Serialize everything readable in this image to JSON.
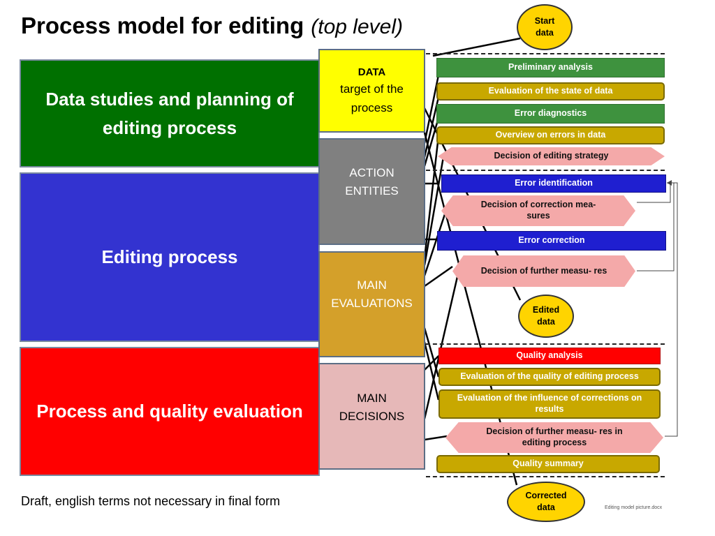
{
  "title": "Process model for editing",
  "subtitle": "(top level)",
  "phases": {
    "planning": "Data studies and planning of editing process",
    "editing": "Editing process",
    "evaluation": "Process and quality evaluation"
  },
  "categories": {
    "data_title": "DATA",
    "data_sub": "target of the process",
    "action": "ACTION ENTITIES",
    "evaluations": "MAIN EVALUATIONS",
    "decisions": "MAIN DECISIONS"
  },
  "steps": {
    "preliminary": "Preliminary analysis",
    "eval_state": "Evaluation of the state of data",
    "error_diag": "Error diagnostics",
    "overview": "Overview on errors in data",
    "decision_strategy": "Decision of editing strategy",
    "error_id": "Error identification",
    "decision_correction": "Decision of correction mea- sures",
    "error_correction": "Error correction",
    "decision_further": "Decision of further measu- res",
    "quality_analysis": "Quality analysis",
    "eval_quality": "Evaluation of the quality of editing process",
    "eval_influence": "Evaluation of the influence of corrections on results",
    "decision_further_editing": "Decision of further measu- res in editing process",
    "quality_summary": "Quality summary"
  },
  "data_nodes": {
    "start": "Start data",
    "edited": "Edited data",
    "corrected": "Corrected data"
  },
  "footer_note": "Draft, english terms not necessary in final form",
  "file_label": "Editing model picture.docx",
  "colors": {
    "phase_green": "#007000",
    "phase_blue": "#3333d0",
    "phase_red": "#ff0000",
    "data_yellow": "#ffff00",
    "action_gray": "#808080",
    "eval_gold": "#d4a02a",
    "decision_pink": "#e6b8b8"
  }
}
